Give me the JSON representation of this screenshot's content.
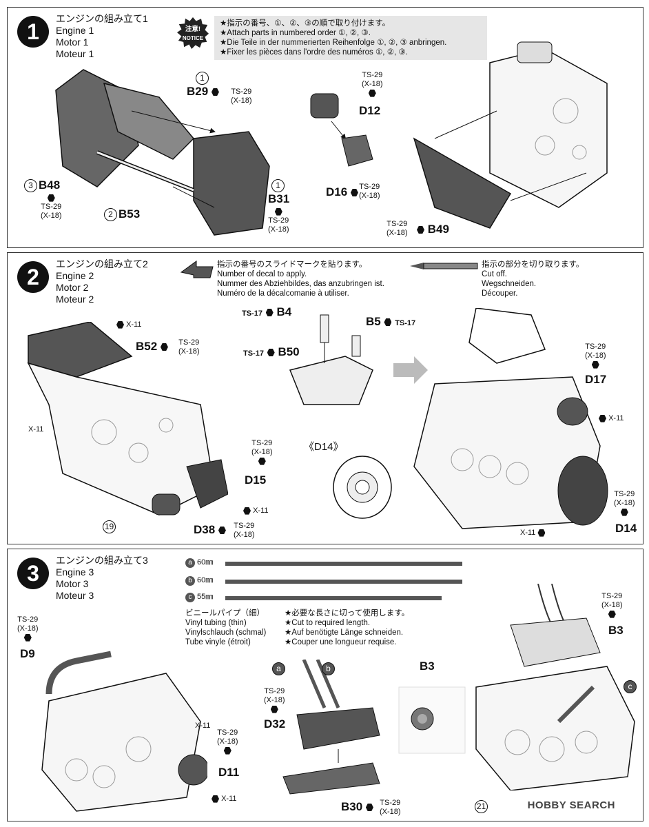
{
  "step1": {
    "number": "1",
    "title_ja": "エンジンの組み立て1",
    "title_en": "Engine 1",
    "title_de": "Motor 1",
    "title_fr": "Moteur 1",
    "notice_ja": "注意!",
    "notice_en": "NOTICE",
    "notes": [
      "★指示の番号、①、②、③の順で取り付けます。",
      "★Attach parts in numbered order ①, ②, ③.",
      "★Die Teile in der nummerierten Reihenfolge ①, ②, ③ anbringen.",
      "★Fixer les pièces dans l'ordre des numéros ①, ②, ③."
    ],
    "parts": {
      "b29": {
        "order": "1",
        "name": "B29",
        "paint1": "TS-29",
        "paint2": "(X-18)"
      },
      "b48": {
        "order": "3",
        "name": "B48",
        "paint1": "TS-29",
        "paint2": "(X-18)"
      },
      "b53": {
        "order": "2",
        "name": "B53"
      },
      "b31": {
        "order": "1",
        "name": "B31",
        "paint1": "TS-29",
        "paint2": "(X-18)"
      },
      "d12": {
        "name": "D12",
        "paint1": "TS-29",
        "paint2": "(X-18)"
      },
      "d16": {
        "name": "D16",
        "paint1": "TS-29",
        "paint2": "(X-18)"
      },
      "b49": {
        "name": "B49",
        "paint1": "TS-29",
        "paint2": "(X-18)"
      }
    }
  },
  "step2": {
    "number": "2",
    "title_ja": "エンジンの組み立て2",
    "title_en": "Engine 2",
    "title_de": "Motor 2",
    "title_fr": "Moteur 2",
    "decal_note": [
      "指示の番号のスライドマークを貼ります。",
      "Number of decal to apply.",
      "Nummer des Abziehbildes, das anzubringen ist.",
      "Numéro de la décalcomanie à utiliser."
    ],
    "cut_note": [
      "指示の部分を切り取ります。",
      "Cut off.",
      "Wegschneiden.",
      "Découper."
    ],
    "parts": {
      "b52": {
        "name": "B52",
        "paint1": "TS-29",
        "paint2": "(X-18)"
      },
      "x11_a": "X-11",
      "x11_b": "X-11",
      "x11_c": "X-11",
      "d15": {
        "name": "D15",
        "paint1": "TS-29",
        "paint2": "(X-18)"
      },
      "d38": {
        "name": "D38",
        "paint1": "TS-29",
        "paint2": "(X-18)"
      },
      "decal19": "19",
      "b4": {
        "name": "B4",
        "paint": "TS-17"
      },
      "b5": {
        "name": "B5",
        "paint": "TS-17"
      },
      "b50": {
        "name": "B50",
        "paint": "TS-17"
      },
      "d14_view": "《D14》",
      "d17": {
        "name": "D17",
        "paint1": "TS-29",
        "paint2": "(X-18)"
      },
      "x11_d": "X-11",
      "d14": {
        "name": "D14",
        "paint1": "TS-29",
        "paint2": "(X-18)"
      },
      "x11_e": "X-11"
    }
  },
  "step3": {
    "number": "3",
    "title_ja": "エンジンの組み立て3",
    "title_en": "Engine 3",
    "title_de": "Motor 3",
    "title_fr": "Moteur 3",
    "tubes": [
      {
        "letter": "a",
        "length": "60㎜"
      },
      {
        "letter": "b",
        "length": "60㎜"
      },
      {
        "letter": "c",
        "length": "55㎜"
      }
    ],
    "tubing": [
      "ビニールパイプ（細）",
      "Vinyl tubing (thin)",
      "Vinylschlauch (schmal)",
      "Tube vinyle (étroit)"
    ],
    "tubing_note": [
      "★必要な長さに切って使用します。",
      "★Cut to required length.",
      "★Auf benötigte Länge schneiden.",
      "★Couper une longueur requise."
    ],
    "parts": {
      "d9": {
        "name": "D9",
        "paint1": "TS-29",
        "paint2": "(X-18)"
      },
      "d11": {
        "name": "D11",
        "paint1": "TS-29",
        "paint2": "(X-18)"
      },
      "x11_a": "X-11",
      "x11_b": "X-11",
      "d32": {
        "name": "D32",
        "paint1": "TS-29",
        "paint2": "(X-18)"
      },
      "b30": {
        "name": "B30",
        "paint1": "TS-29",
        "paint2": "(X-18)"
      },
      "b3_view": "B3",
      "b3": {
        "name": "B3",
        "paint1": "TS-29",
        "paint2": "(X-18)"
      },
      "tube_a": "a",
      "tube_b": "b",
      "tube_c": "c",
      "decal21": "21"
    }
  },
  "watermark": "HOBBY SEARCH"
}
